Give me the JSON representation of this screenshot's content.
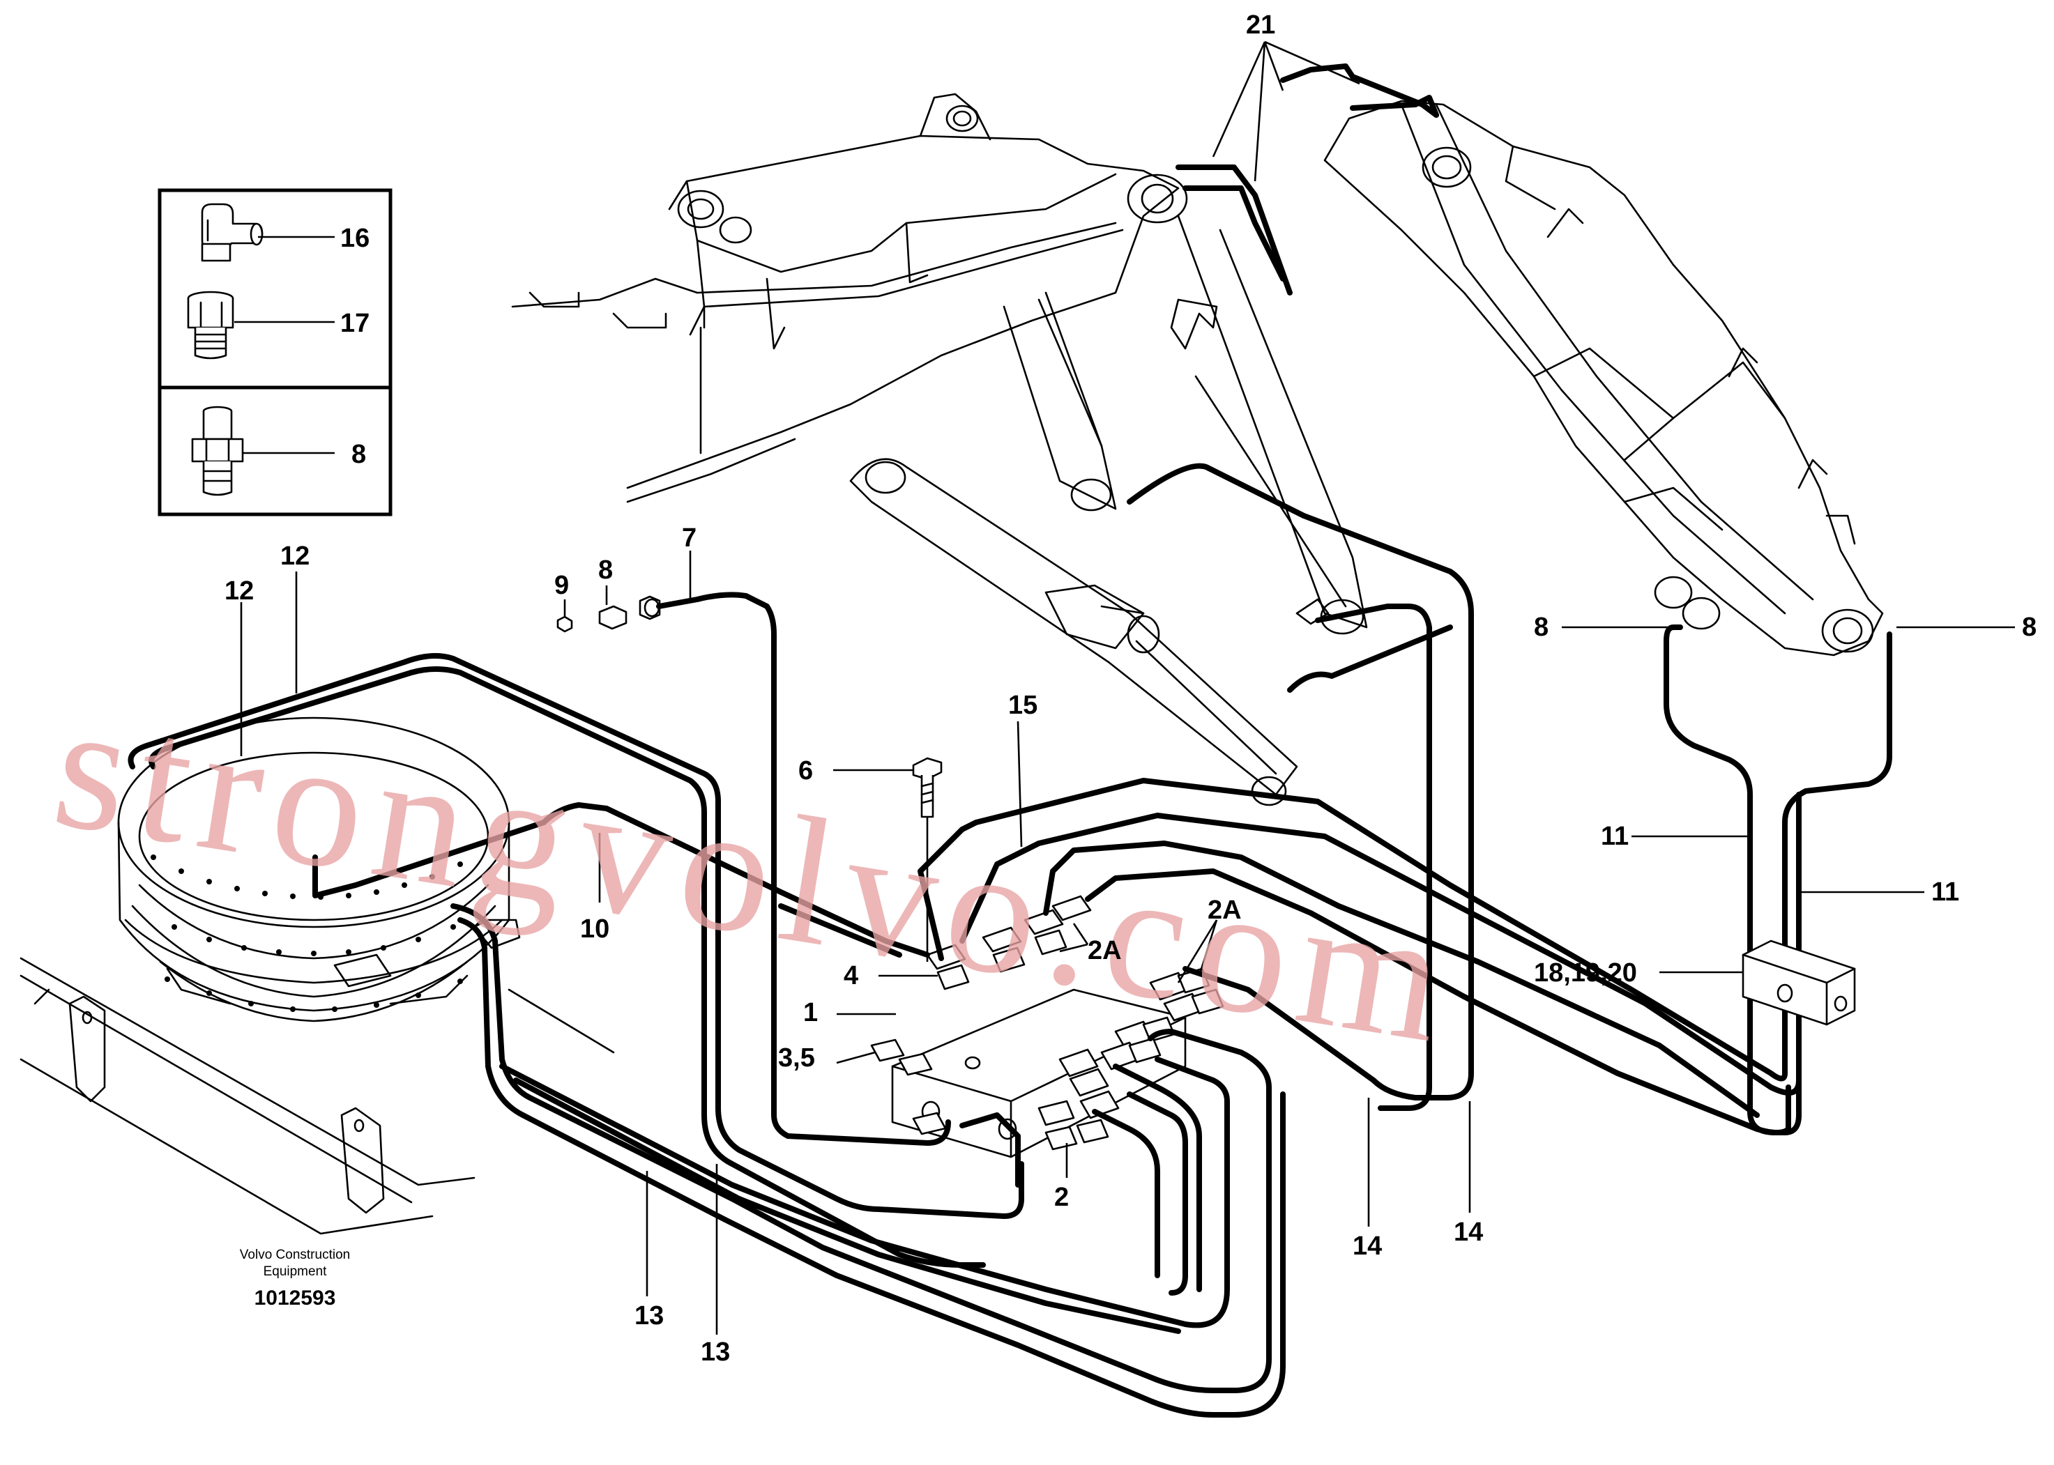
{
  "callouts": {
    "c21": "21",
    "c16": "16",
    "c17": "17",
    "c8_inset": "8",
    "c12a": "12",
    "c12b": "12",
    "c9": "9",
    "c8_fit": "8",
    "c7": "7",
    "c15": "15",
    "c6": "6",
    "c10": "10",
    "c4": "4",
    "c2A_a": "2A",
    "c2A_b": "2A",
    "c1": "1",
    "c35": "3,5",
    "c2": "2",
    "c13a": "13",
    "c13b": "13",
    "c14a": "14",
    "c14b": "14",
    "c8_left": "8",
    "c8_right": "8",
    "c11a": "11",
    "c11b": "11",
    "c181920": "18,19,20"
  },
  "caption": {
    "line1": "Volvo Construction",
    "line2": "Equipment",
    "number": "1012593"
  },
  "watermark": "strongvolvo.com"
}
